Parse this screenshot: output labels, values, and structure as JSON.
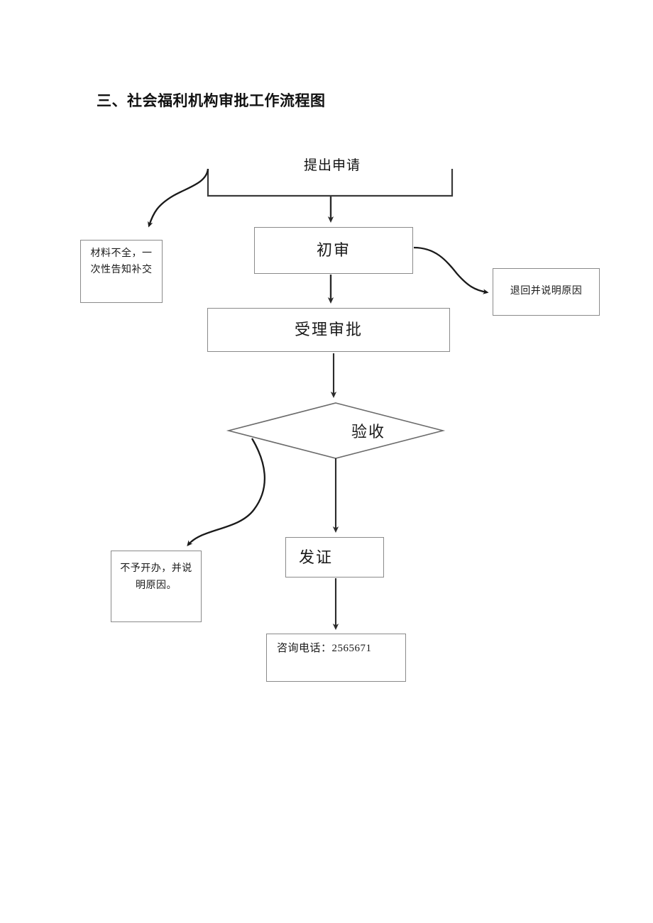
{
  "document": {
    "title": "三、社会福利机构审批工作流程图"
  },
  "flow": {
    "start_label": "提出申请",
    "nodes": [
      {
        "id": "chushen",
        "label": "初审",
        "shape": "rect"
      },
      {
        "id": "shouli",
        "label": "受理审批",
        "shape": "rect"
      },
      {
        "id": "yanshou",
        "label": "验收",
        "shape": "diamond"
      },
      {
        "id": "fazheng",
        "label": "发证",
        "shape": "rect"
      },
      {
        "id": "incomplete",
        "label": "材料不全，一次性告知补交",
        "shape": "rect"
      },
      {
        "id": "return",
        "label": "退回并说明原因",
        "shape": "rect"
      },
      {
        "id": "reject",
        "label": "不予开办，并说明原因。",
        "shape": "rect"
      },
      {
        "id": "phone",
        "label": "咨询电话：2565671",
        "shape": "rect"
      }
    ],
    "edges": [
      {
        "from": "start",
        "to": "incomplete",
        "style": "curved-arrow"
      },
      {
        "from": "start",
        "to": "chushen",
        "style": "straight-arrow"
      },
      {
        "from": "chushen",
        "to": "return",
        "style": "curved-arrow"
      },
      {
        "from": "chushen",
        "to": "shouli",
        "style": "straight-arrow"
      },
      {
        "from": "shouli",
        "to": "yanshou",
        "style": "straight-arrow"
      },
      {
        "from": "yanshou",
        "to": "reject",
        "style": "curved-arrow"
      },
      {
        "from": "yanshou",
        "to": "fazheng",
        "style": "straight-arrow"
      },
      {
        "from": "fazheng",
        "to": "phone",
        "style": "straight-arrow"
      }
    ]
  },
  "colors": {
    "page_background": "#ffffff",
    "box_border": "#8a8a8a",
    "connector": "#2b2b2b",
    "text": "#1a1a1a"
  }
}
